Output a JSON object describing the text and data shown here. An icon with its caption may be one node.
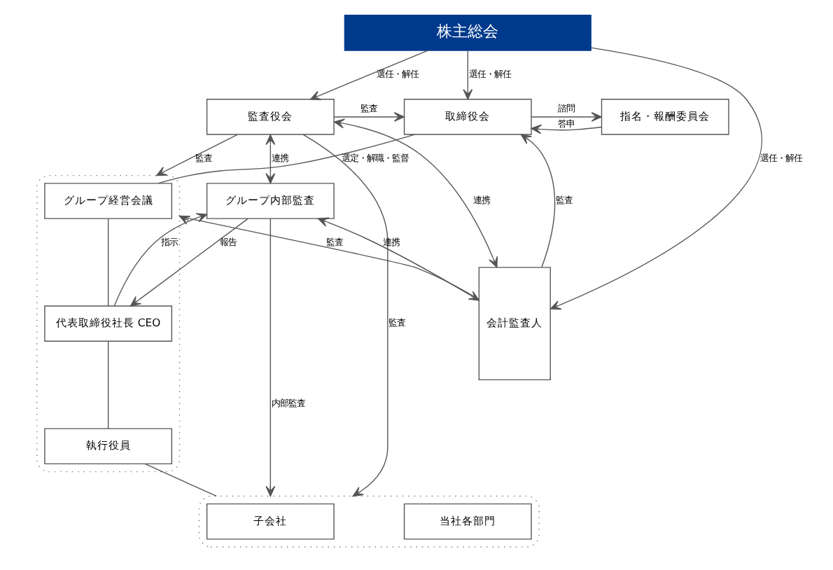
{
  "diagram": {
    "nodes": [
      {
        "text": [
          "株主総会"
        ]
      },
      {
        "text": [
          "指名・報酬委員会"
        ]
      },
      {
        "text": [
          "取締役会"
        ]
      },
      {
        "text": [
          "監査役会"
        ]
      },
      {
        "text": [
          "会計監査人"
        ]
      },
      {
        "text": [],
        "shape": "box"
      },
      {
        "text": [
          "グループ経営会議"
        ],
        "in": 5
      },
      {
        "text": [
          "代表取締役社長 CEO"
        ],
        "in": 5
      },
      {
        "text": [
          "執行役員"
        ],
        "in": 5
      },
      {
        "text": [
          "グループ内部監査"
        ]
      },
      {
        "text": [],
        "shape": "box"
      },
      {
        "text": [
          "子会社"
        ],
        "in": 10
      },
      {
        "text": [
          "当社各部門"
        ],
        "in": 10
      }
    ],
    "edges": [
      {
        "from": 0,
        "to": 2,
        "arrow": "to",
        "label": "選任・解任"
      },
      {
        "from": 0,
        "to": 3,
        "arrow": "to",
        "label": "選任・解任"
      },
      {
        "from": 0,
        "to": 4,
        "arrow": "to",
        "label": "選任・解任"
      },
      {
        "from": 2,
        "to": 1,
        "arrow": "to",
        "label": "諮問"
      },
      {
        "from": 1,
        "to": 2,
        "arrow": "to",
        "label": "答申"
      },
      {
        "from": 3,
        "to": 2,
        "arrow": "to",
        "label": "監査"
      },
      {
        "from": 3,
        "to": 4,
        "arrow": "both",
        "label": "連携"
      },
      {
        "from": 4,
        "to": 2,
        "arrow": "to",
        "label": "監査"
      },
      {
        "from": 3,
        "to": 5,
        "arrow": "to",
        "label": "監査"
      },
      {
        "from": 4,
        "to": 5,
        "arrow": "to",
        "label": "監査"
      },
      {
        "from": 2,
        "to": 6,
        "arrow": "none",
        "label": "選定・解職・監督"
      },
      {
        "from": 6,
        "to": 7,
        "arrow": "none"
      },
      {
        "from": 7,
        "to": 8,
        "arrow": "none"
      },
      {
        "from": 8,
        "to": 10,
        "arrow": "none"
      },
      {
        "from": 7,
        "to": 9,
        "arrow": "to",
        "label": "指示"
      },
      {
        "from": 9,
        "to": 7,
        "arrow": "to",
        "label": "報告"
      },
      {
        "from": 3,
        "to": 9,
        "arrow": "both",
        "label": "連携"
      },
      {
        "from": 9,
        "to": 4,
        "arrow": "both",
        "label": "連携"
      },
      {
        "from": 9,
        "to": 10,
        "arrow": "to",
        "label": "内部監査"
      },
      {
        "from": 3,
        "to": 10,
        "arrow": "to",
        "label": "監査"
      }
    ]
  }
}
